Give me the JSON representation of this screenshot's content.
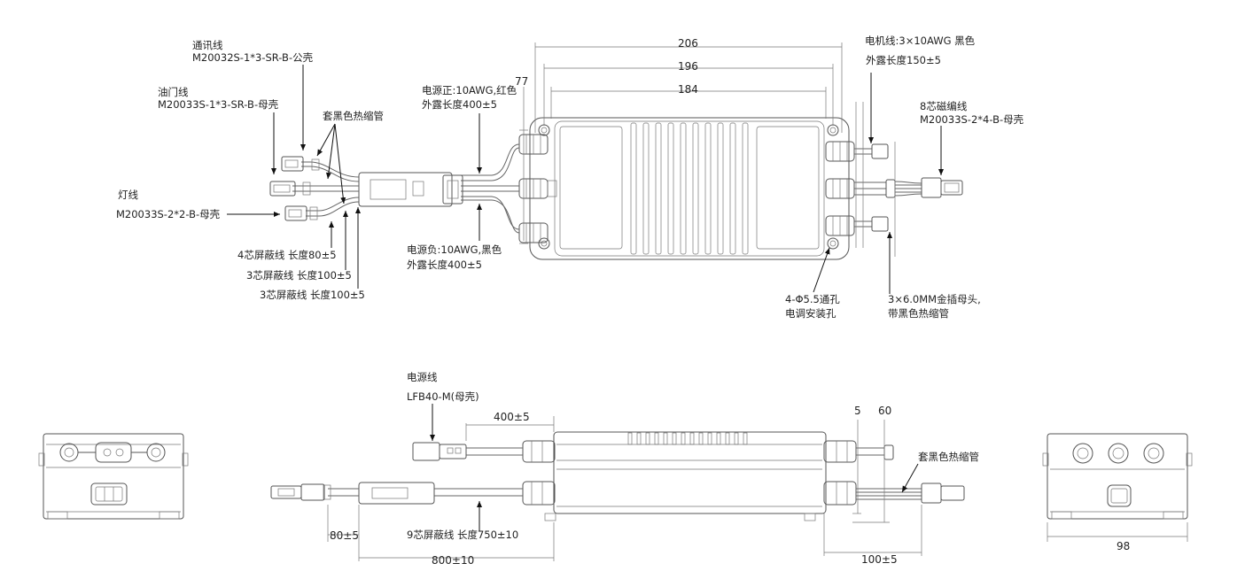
{
  "colors": {
    "line": "#555555",
    "text": "#222222",
    "background": "#ffffff"
  },
  "top_view": {
    "comm_cable": {
      "title": "通讯线",
      "part": "M20032S-1*3-SR-B-公壳"
    },
    "throttle_cable": {
      "title": "油门线",
      "part": "M20033S-1*3-SR-B-母壳"
    },
    "heatshrink_note": "套黑色热缩管",
    "light_cable": {
      "title": "灯线",
      "part": "M20033S-2*2-B-母壳"
    },
    "shield_4": "4芯屏蔽线  长度80±5",
    "shield_3a": "3芯屏蔽线  长度100±5",
    "shield_3b": "3芯屏蔽线 长度100±5",
    "power_pos": {
      "line1": "电源正:10AWG,红色",
      "line2": "外露长度400±5"
    },
    "power_neg": {
      "line1": "电源负:10AWG,黑色",
      "line2": "外露长度400±5"
    },
    "dim_77": "77",
    "dim_206": "206",
    "dim_196": "196",
    "dim_184": "184",
    "motor_cable": {
      "line1": "电机线:3×10AWG 黑色",
      "line2": "外露长度150±5"
    },
    "encoder_cable": {
      "title": "8芯磁编线",
      "part": "M20033S-2*4-B-母壳"
    },
    "holes": {
      "line1": "4-Φ5.5通孔",
      "line2": "电调安装孔"
    },
    "terminal": {
      "line1": "3×6.0MM金插母头,",
      "line2": "带黑色热缩管"
    }
  },
  "side_view": {
    "power_cable": {
      "title": "电源线",
      "part": "LFB40-M(母壳)"
    },
    "dim_400": "400±5",
    "dim_5": "5",
    "dim_60": "60",
    "heatshrink_note": "套黑色热缩管",
    "dim_80": "80±5",
    "shield_9": "9芯屏蔽线   长度750±10",
    "dim_800": "800±10",
    "dim_100": "100±5"
  },
  "right_end_view": {
    "dim_98": "98"
  }
}
